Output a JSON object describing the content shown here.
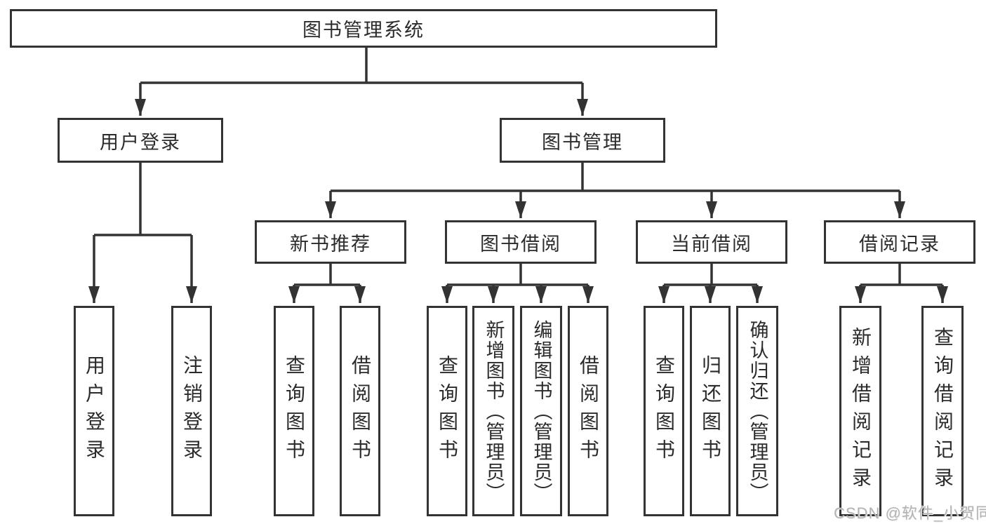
{
  "diagram": {
    "colors": {
      "line": "#333333",
      "box_border": "#333333",
      "text": "#2b2b2b",
      "background": "#ffffff",
      "watermark_text": "#b3b3b3"
    },
    "tree": {
      "label": "图书管理系统",
      "children": [
        {
          "label": "用户登录",
          "children": [
            {
              "label": "用户登录"
            },
            {
              "label": "注销登录"
            }
          ]
        },
        {
          "label": "图书管理",
          "children": [
            {
              "label": "新书推荐",
              "children": [
                {
                  "label": "查询图书"
                },
                {
                  "label": "借阅图书"
                }
              ]
            },
            {
              "label": "图书借阅",
              "children": [
                {
                  "label": "查询图书"
                },
                {
                  "label": "新增图书（管理员）"
                },
                {
                  "label": "编辑图书（管理员）"
                },
                {
                  "label": "借阅图书"
                }
              ]
            },
            {
              "label": "当前借阅",
              "children": [
                {
                  "label": "查询图书"
                },
                {
                  "label": "归还图书"
                },
                {
                  "label": "确认归还（管理员）"
                }
              ]
            },
            {
              "label": "借阅记录",
              "children": [
                {
                  "label": "新增借阅记录"
                },
                {
                  "label": "查询借阅记录"
                }
              ]
            }
          ]
        }
      ]
    },
    "watermark": "CSDN @软件_小贺同学"
  }
}
